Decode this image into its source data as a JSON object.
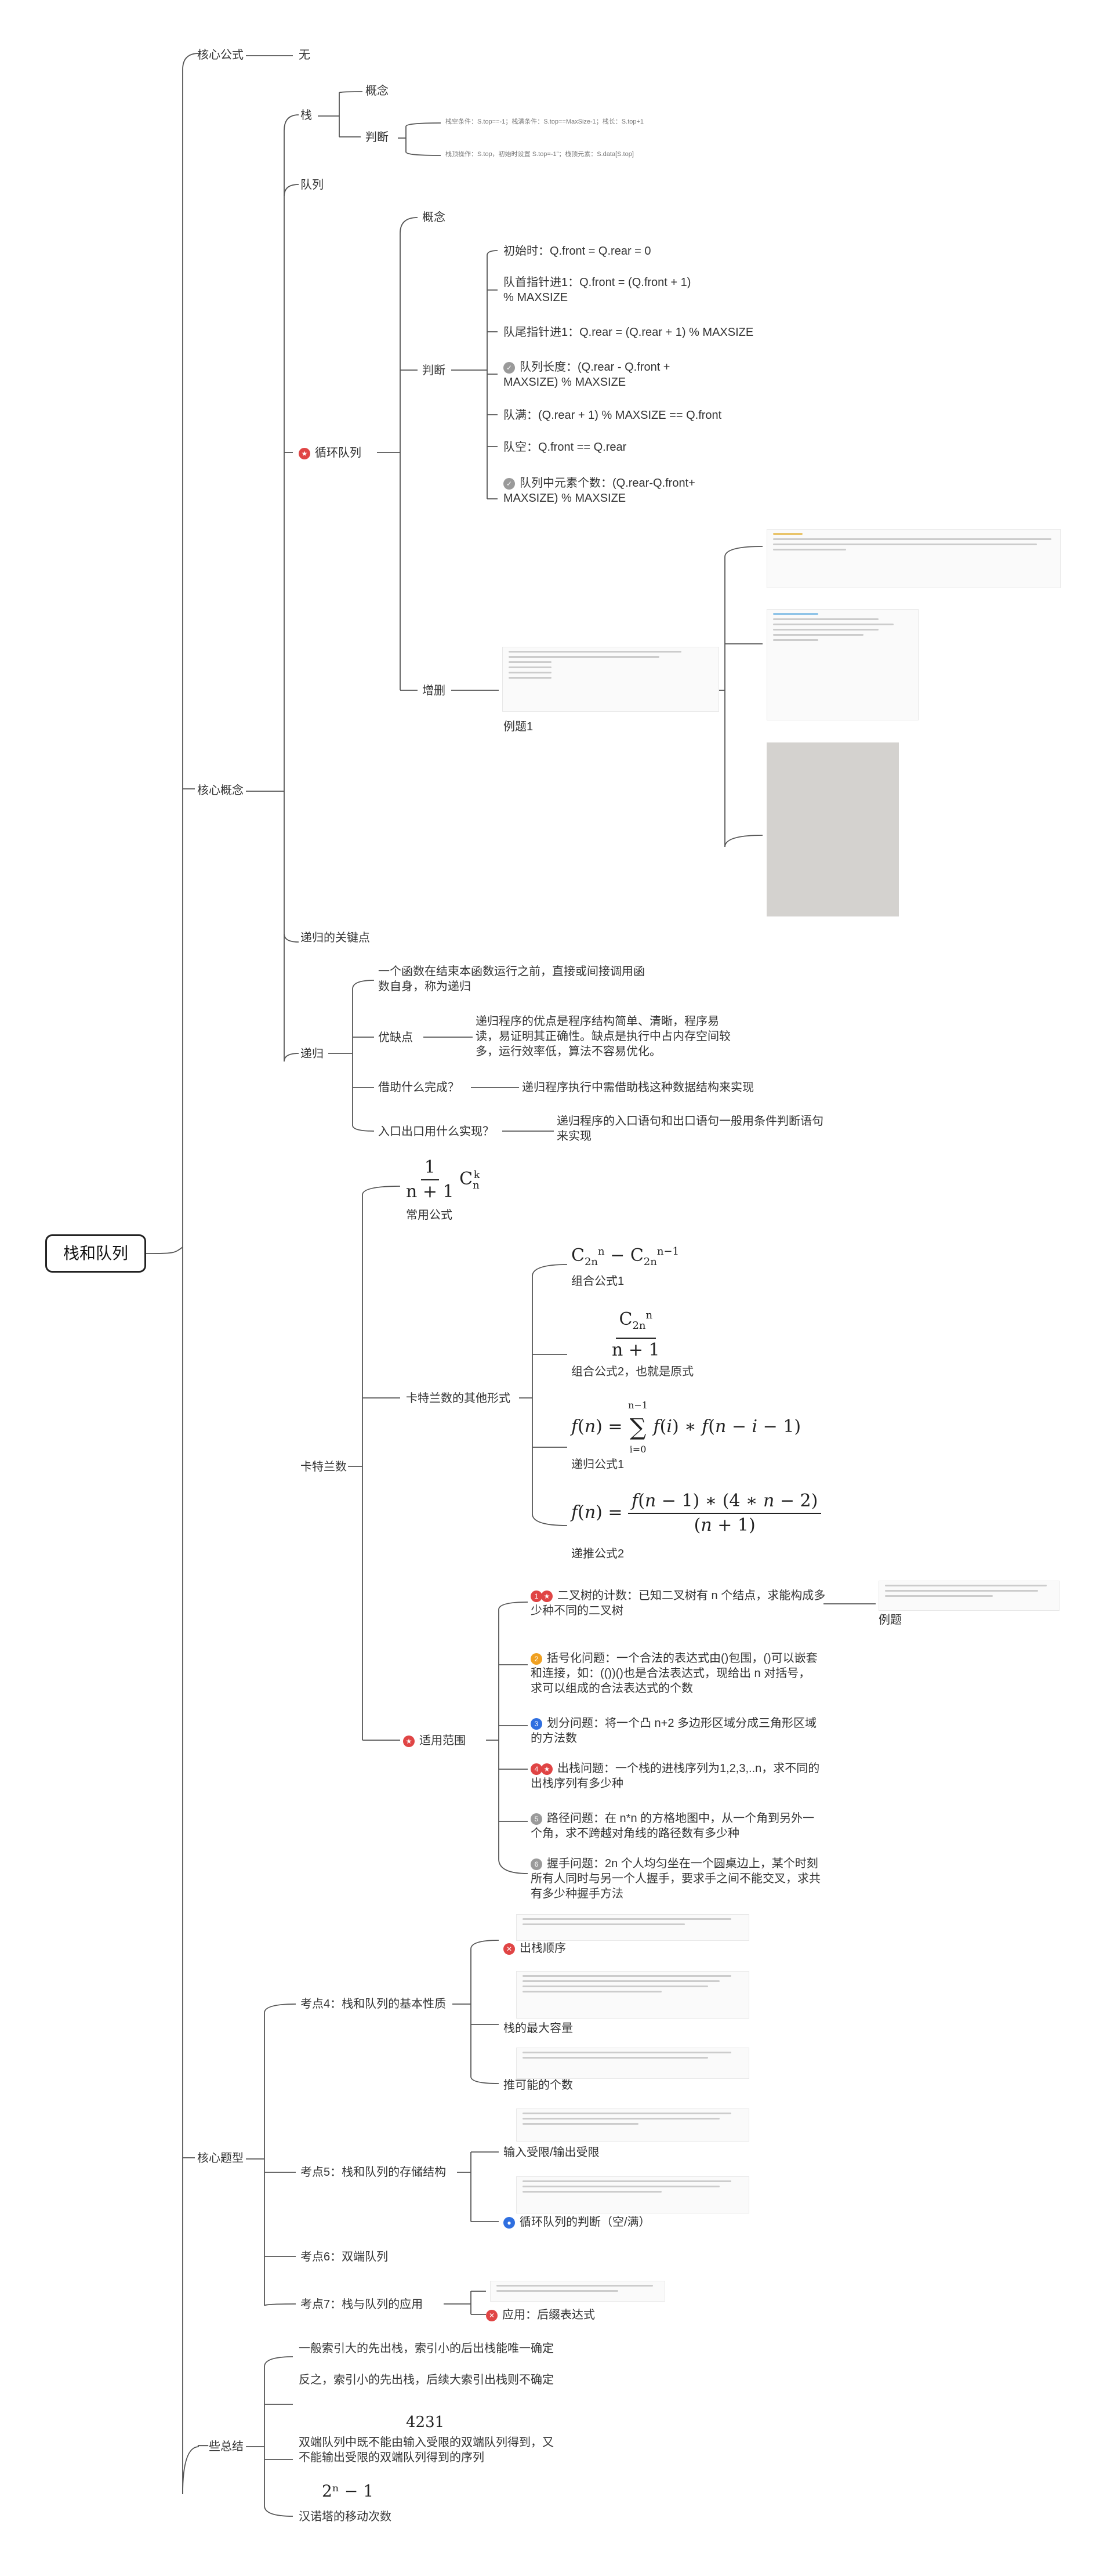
{
  "root": "栈和队列",
  "core_formula": {
    "label": "核心公式",
    "value": "无"
  },
  "core_concepts": {
    "label": "核心概念",
    "stack": {
      "label": "栈",
      "concept": "概念",
      "judge": "判断",
      "judge_1": "栈空条件：S.top==-1；栈满条件：S.top==MaxSize-1；栈长：S.top+1",
      "judge_2": "栈顶操作：S.top，初始时设置 S.top=-1”；栈顶元素：S.data[S.top]"
    },
    "queue": {
      "label": "队列",
      "circular": "循环队列",
      "concept": "概念",
      "judge": "判断",
      "init": "初始时：Q.front = Q.rear = 0",
      "front_inc": "队首指针进1：Q.front = (Q.front + 1) % MAXSIZE",
      "rear_inc": "队尾指针进1：Q.rear = (Q.rear + 1) % MAXSIZE",
      "length": "队列长度：(Q.rear - Q.front + MAXSIZE) % MAXSIZE",
      "full": "队满：(Q.rear + 1) % MAXSIZE == Q.front",
      "empty": "队空：Q.front == Q.rear",
      "count": "队列中元素个数：(Q.rear-Q.front+ MAXSIZE) % MAXSIZE",
      "insert_delete": "增删",
      "example": "例题1"
    },
    "recursion_key": "递归的关键点",
    "recursion": {
      "label": "递归",
      "def": "一个函数在结束本函数运行之前，直接或间接调用函数自身，称为递归",
      "pros_label": "优缺点",
      "pros": "递归程序的优点是程序结构简单、清晰，程序易读，易证明其正确性。缺点是执行中占内存空间较多，运行效率低，算法不容易优化。",
      "how_label": "借助什么完成？",
      "how": "递归程序执行中需借助栈这种数据结构来实现",
      "io_label": "入口出口用什么实现？",
      "io": "递归程序的入口语句和出口语句一般用条件判断语句来实现"
    },
    "catalan": {
      "label": "卡特兰数",
      "common_formula_label": "常用公式",
      "other_forms": "卡特兰数的其他形式",
      "comb1_label": "组合公式1",
      "comb2_label": "组合公式2，也就是原式",
      "rec1_label": "递归公式1",
      "rec2_label": "递推公式2",
      "apps_label": "适用范围",
      "app1": "二叉树的计数：已知二叉树有 n 个结点，求能构成多少种不同的二叉树",
      "app1_example": "例题",
      "app2": "括号化问题：一个合法的表达式由()包围，()可以嵌套和连接，如：(())()也是合法表达式，现给出 n 对括号，求可以组成的合法表达式的个数",
      "app3": "划分问题：将一个凸 n+2 多边形区域分成三角形区域的方法数",
      "app4": "出栈问题：一个栈的进栈序列为1,2,3,..n，求不同的出栈序列有多少种",
      "app5": "路径问题：在 n*n 的方格地图中，从一个角到另外一个角，求不跨越对角线的路径数有多少种",
      "app6": "握手问题：2n 个人均匀坐在一个圆桌边上，某个时刻所有人同时与另一个人握手，要求手之间不能交叉，求共有多少种握手方法",
      "badge2": "2",
      "badge3": "3",
      "badge5": "5",
      "badge6": "6"
    }
  },
  "core_questions": {
    "label": "核心题型",
    "k4": "考点4：栈和队列的基本性质",
    "k4_a": "出栈顺序",
    "k4_b": "栈的最大容量",
    "k4_c": "推可能的个数",
    "k5": "考点5：栈和队列的存储结构",
    "k5_a": "输入受限/输出受限",
    "k5_b": "循环队列的判断（空/满）",
    "k6": "考点6：双端队列",
    "k7": "考点7：栈与队列的应用",
    "k7_a": "应用：后缀表达式"
  },
  "summary": {
    "label": "一些总结",
    "s1": "一般索引大的先出栈，索引小的后出栈能唯一确定",
    "s2": "反之，索引小的先出栈，后续大索引出栈则不确定",
    "s3_num": "4231",
    "s3": "双端队列中既不能由输入受限的双端队列得到，又不能输出受限的双端队列得到的序列",
    "s4_math": "2ⁿ − 1",
    "s4": "汉诺塔的移动次数"
  },
  "colors": {
    "line": "#555555",
    "red_badge": "#e04545",
    "grey_badge": "#9a9a9a",
    "blue_badge": "#2f6fe0",
    "orange_badge": "#f0a020"
  }
}
